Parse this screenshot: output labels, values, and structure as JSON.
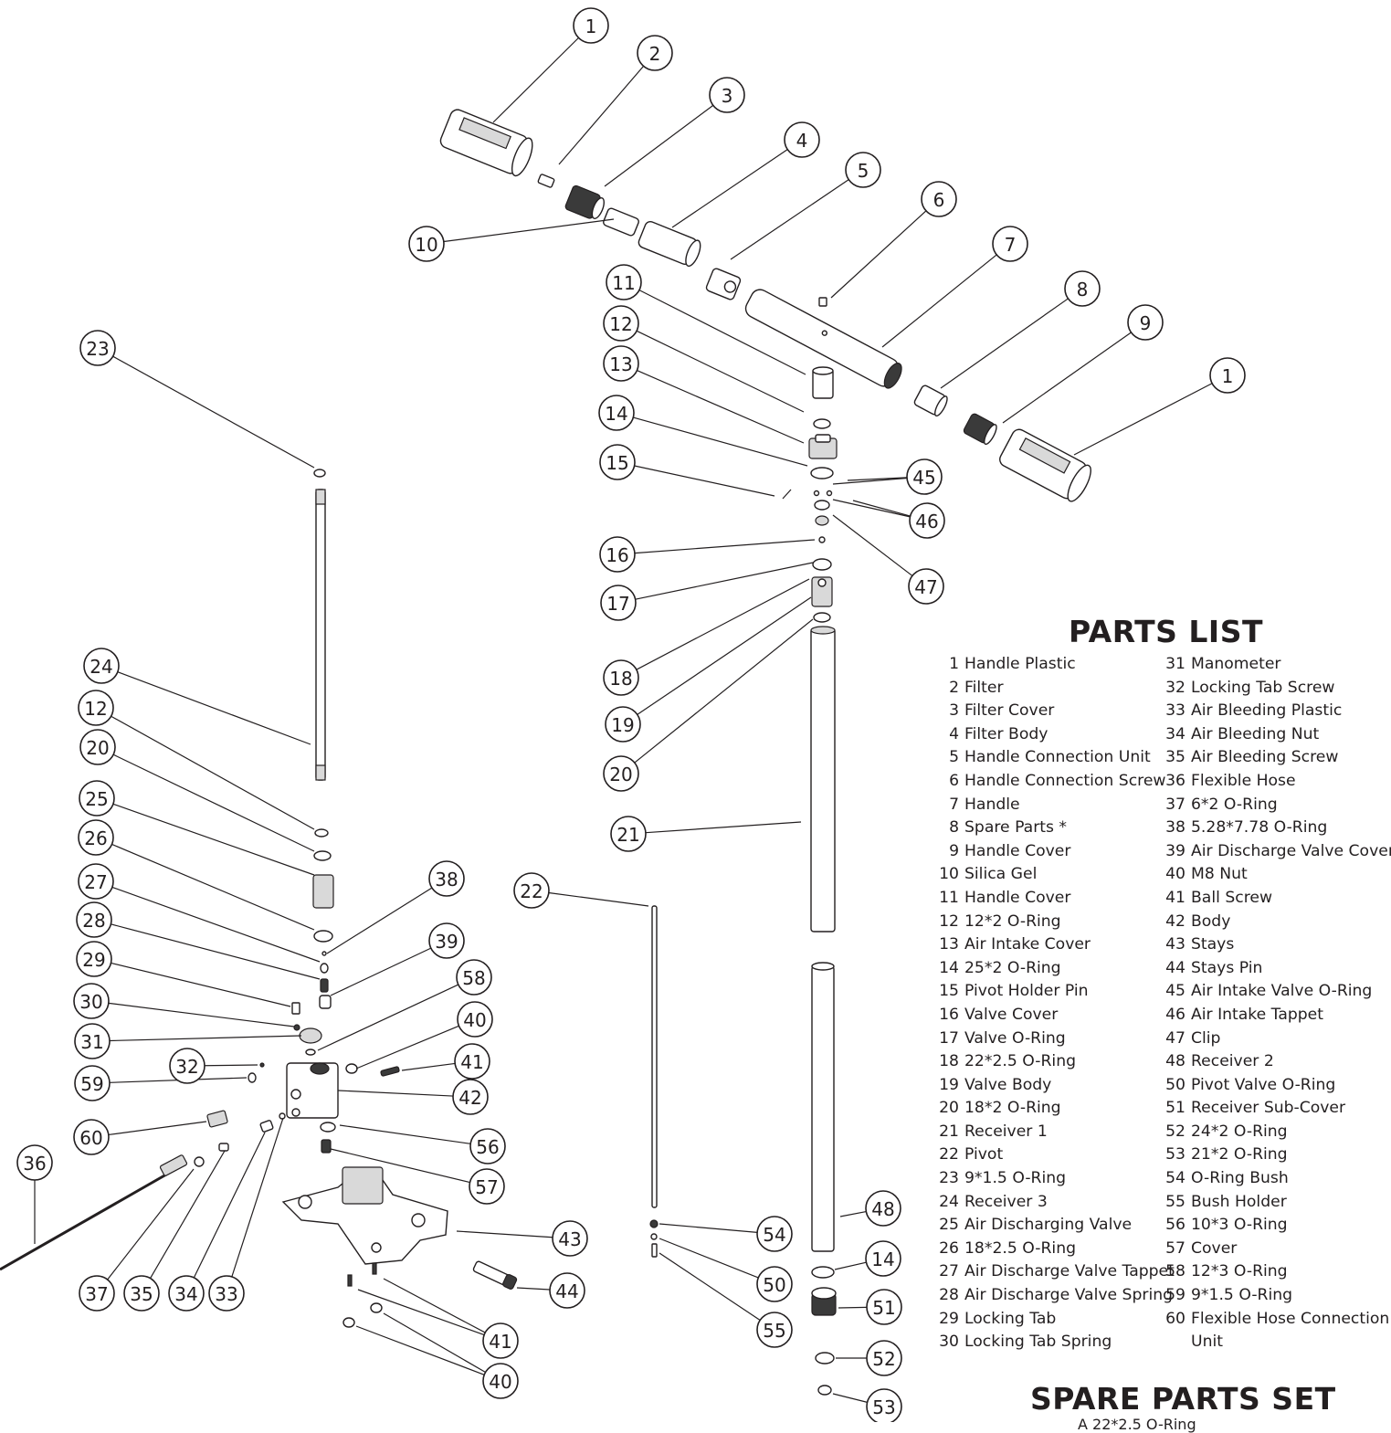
{
  "parts_list": {
    "title": "PARTS LIST",
    "left_column": [
      {
        "num": "1",
        "name": "Handle Plastic"
      },
      {
        "num": "2",
        "name": "Filter"
      },
      {
        "num": "3",
        "name": "Filter Cover"
      },
      {
        "num": "4",
        "name": "Filter Body"
      },
      {
        "num": "5",
        "name": "Handle Connection Unit"
      },
      {
        "num": "6",
        "name": "Handle Connection Screw"
      },
      {
        "num": "7",
        "name": "Handle"
      },
      {
        "num": "8",
        "name": "Spare Parts *"
      },
      {
        "num": "9",
        "name": "Handle Cover"
      },
      {
        "num": "10",
        "name": "Silica Gel"
      },
      {
        "num": "11",
        "name": "Handle Cover"
      },
      {
        "num": "12",
        "name": "12*2 O-Ring"
      },
      {
        "num": "13",
        "name": "Air Intake Cover"
      },
      {
        "num": "14",
        "name": "25*2 O-Ring"
      },
      {
        "num": "15",
        "name": "Pivot Holder Pin"
      },
      {
        "num": "16",
        "name": "Valve Cover"
      },
      {
        "num": "17",
        "name": "Valve O-Ring"
      },
      {
        "num": "18",
        "name": "22*2.5 O-Ring"
      },
      {
        "num": "19",
        "name": "Valve Body"
      },
      {
        "num": "20",
        "name": "18*2 O-Ring"
      },
      {
        "num": "21",
        "name": "Receiver 1"
      },
      {
        "num": "22",
        "name": "Pivot"
      },
      {
        "num": "23",
        "name": "9*1.5 O-Ring"
      },
      {
        "num": "24",
        "name": "Receiver 3"
      },
      {
        "num": "25",
        "name": "Air Discharging Valve"
      },
      {
        "num": "26",
        "name": "18*2.5 O-Ring"
      },
      {
        "num": "27",
        "name": "Air Discharge Valve Tappet"
      },
      {
        "num": "28",
        "name": "Air Discharge Valve Spring"
      },
      {
        "num": "29",
        "name": "Locking Tab"
      },
      {
        "num": "30",
        "name": "Locking Tab Spring"
      }
    ],
    "right_column": [
      {
        "num": "31",
        "name": "Manometer"
      },
      {
        "num": "32",
        "name": "Locking Tab Screw"
      },
      {
        "num": "33",
        "name": "Air Bleeding Plastic"
      },
      {
        "num": "34",
        "name": "Air Bleeding Nut"
      },
      {
        "num": "35",
        "name": "Air Bleeding Screw"
      },
      {
        "num": "36",
        "name": "Flexible Hose"
      },
      {
        "num": "37",
        "name": "6*2 O-Ring"
      },
      {
        "num": "38",
        "name": "5.28*7.78 O-Ring"
      },
      {
        "num": "39",
        "name": "Air Discharge Valve Cover"
      },
      {
        "num": "40",
        "name": "M8 Nut"
      },
      {
        "num": "41",
        "name": "Ball Screw"
      },
      {
        "num": "42",
        "name": "Body"
      },
      {
        "num": "43",
        "name": "Stays"
      },
      {
        "num": "44",
        "name": "Stays Pin"
      },
      {
        "num": "45",
        "name": "Air Intake Valve O-Ring"
      },
      {
        "num": "46",
        "name": "Air Intake Tappet"
      },
      {
        "num": "47",
        "name": "Clip"
      },
      {
        "num": "48",
        "name": "Receiver 2"
      },
      {
        "num": "50",
        "name": "Pivot Valve O-Ring"
      },
      {
        "num": "51",
        "name": "Receiver Sub-Cover"
      },
      {
        "num": "52",
        "name": "24*2 O-Ring"
      },
      {
        "num": "53",
        "name": "21*2 O-Ring"
      },
      {
        "num": "54",
        "name": "O-Ring Bush"
      },
      {
        "num": "55",
        "name": "Bush Holder"
      },
      {
        "num": "56",
        "name": "10*3 O-Ring"
      },
      {
        "num": "57",
        "name": "Cover"
      },
      {
        "num": "58",
        "name": "12*3 O-Ring"
      },
      {
        "num": "59",
        "name": "9*1.5 O-Ring"
      },
      {
        "num": "60",
        "name": "Flexible Hose Connection"
      },
      {
        "num": "",
        "name": "Unit"
      }
    ]
  },
  "spare_parts": {
    "title": "SPARE PARTS SET",
    "first_item": "A   22*2.5 O-Ring"
  },
  "callouts": [
    "1",
    "2",
    "3",
    "4",
    "5",
    "6",
    "7",
    "8",
    "9",
    "10",
    "1",
    "11",
    "12",
    "13",
    "14",
    "15",
    "45",
    "46",
    "16",
    "47",
    "17",
    "18",
    "19",
    "20",
    "21",
    "23",
    "24",
    "12",
    "20",
    "25",
    "26",
    "27",
    "38",
    "28",
    "29",
    "39",
    "58",
    "30",
    "31",
    "40",
    "32",
    "41",
    "59",
    "42",
    "60",
    "56",
    "36",
    "57",
    "22",
    "48",
    "54",
    "43",
    "14",
    "44",
    "37",
    "35",
    "34",
    "33",
    "50",
    "51",
    "55",
    "41",
    "52",
    "40",
    "53"
  ],
  "colors": {
    "ink": "#231f20",
    "part_fill": "#ffffff",
    "dark_fill": "#3a3a3a"
  }
}
